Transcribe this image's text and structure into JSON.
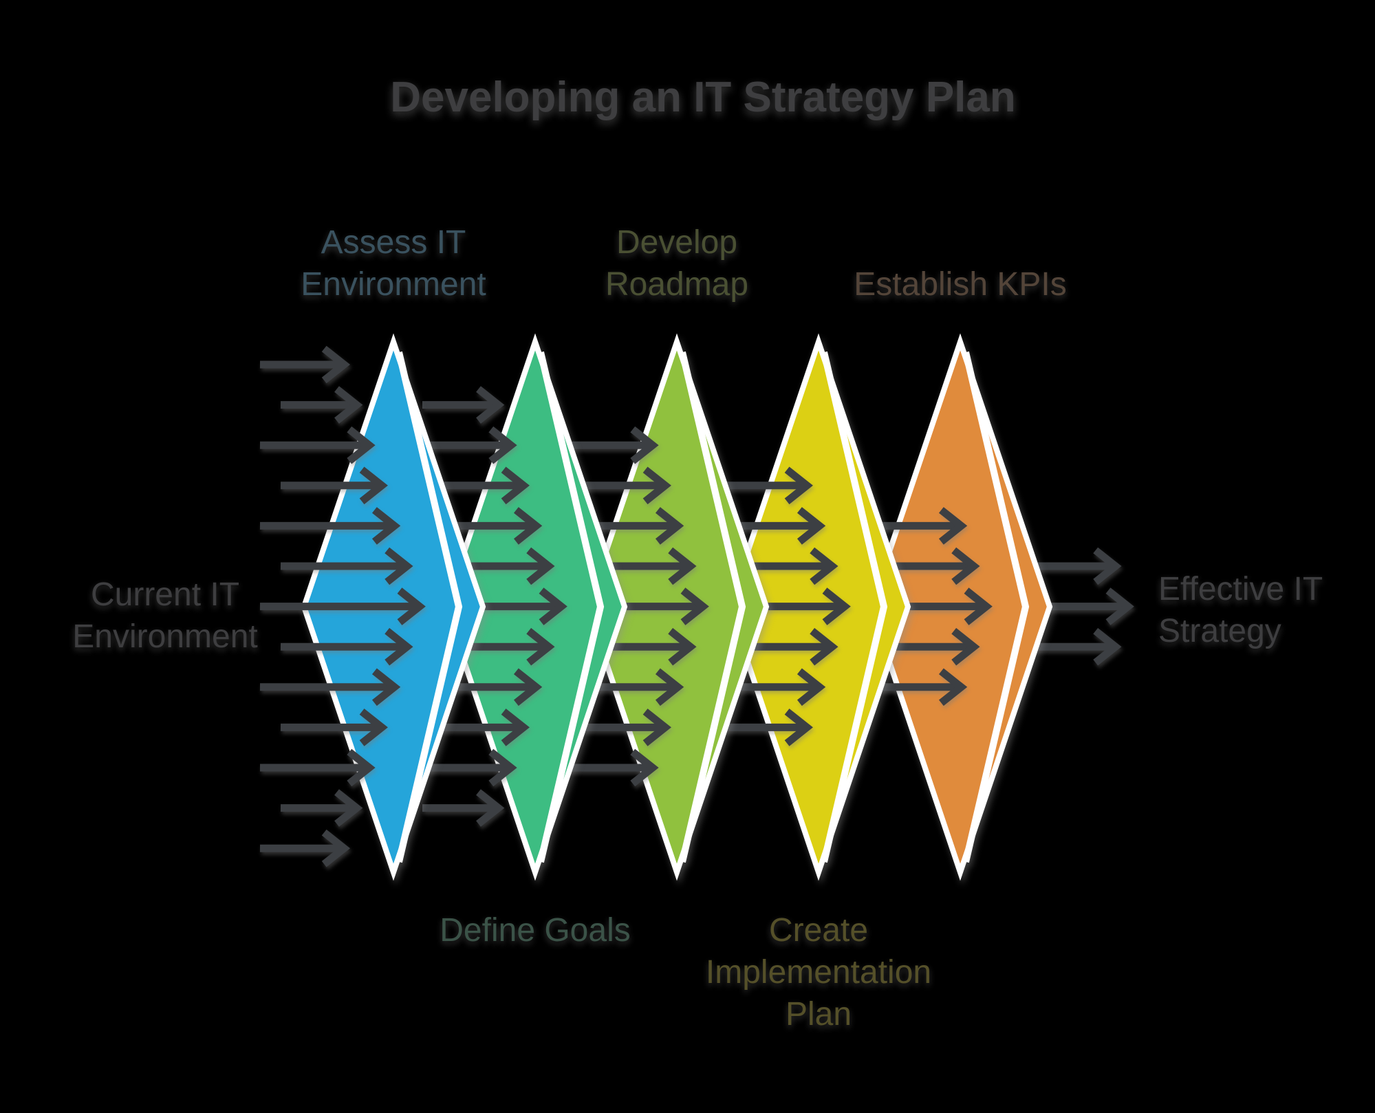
{
  "title": {
    "text": "Developing an IT Strategy Plan"
  },
  "stages": [
    {
      "id": "assess-it-environment",
      "label_lines": [
        "Assess IT",
        "Environment"
      ],
      "label_position": "top",
      "diamond_color": "#25a5da",
      "label_color": "#3a525f"
    },
    {
      "id": "define-goals",
      "label_lines": [
        "Define Goals"
      ],
      "label_position": "bottom",
      "diamond_color": "#3dbd82",
      "label_color": "#3b5348"
    },
    {
      "id": "develop-roadmap",
      "label_lines": [
        "Develop",
        "Roadmap"
      ],
      "label_position": "top",
      "diamond_color": "#90c13e",
      "label_color": "#4a5033"
    },
    {
      "id": "create-implementation-plan",
      "label_lines": [
        "Create",
        "Implementation",
        "Plan"
      ],
      "label_position": "bottom",
      "diamond_color": "#dcd014",
      "label_color": "#555029"
    },
    {
      "id": "establish-kpis",
      "label_lines": [
        "Establish KPIs"
      ],
      "label_position": "top",
      "diamond_color": "#e08b3c",
      "label_color": "#544539"
    }
  ],
  "input_label": {
    "lines": [
      "Current IT",
      "Environment"
    ]
  },
  "output_label": {
    "lines": [
      "Effective IT",
      "Strategy"
    ]
  },
  "colors": {
    "background": "#000000",
    "arrow": "#3c3f43",
    "diamond_outline": "#ffffff",
    "fold_stripe": "#ffffff",
    "title_text": "#3e3e40",
    "side_label_text": "#3e3e40"
  },
  "arrow_flow": {
    "direction": "left-to-right",
    "rows_per_group": [
      13,
      11,
      9,
      7,
      5,
      3
    ]
  }
}
